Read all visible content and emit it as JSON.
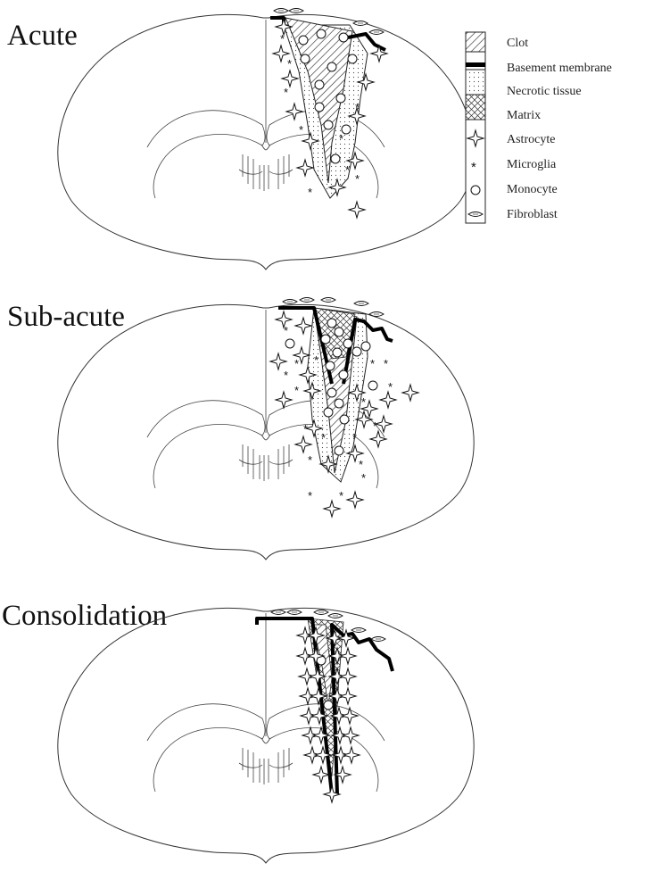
{
  "figure": {
    "panels": [
      {
        "id": "acute",
        "label": "Acute"
      },
      {
        "id": "subacute",
        "label": "Sub-acute"
      },
      {
        "id": "consolidation",
        "label": "Consolidation"
      }
    ],
    "legend": [
      {
        "key": "clot",
        "label": "Clot",
        "symbol": "hatch-box"
      },
      {
        "key": "membrane",
        "label": "Basement membrane",
        "symbol": "thick-bar"
      },
      {
        "key": "necrotic",
        "label": "Necrotic tissue",
        "symbol": "dotted-box"
      },
      {
        "key": "matrix",
        "label": "Matrix",
        "symbol": "crosshatch-box"
      },
      {
        "key": "astrocyte",
        "label": "Astrocyte",
        "symbol": "four-point-star-icon"
      },
      {
        "key": "microglia",
        "label": "Microglia",
        "symbol": "asterisk-icon"
      },
      {
        "key": "monocyte",
        "label": "Monocyte",
        "symbol": "circle-icon"
      },
      {
        "key": "fibroblast",
        "label": "Fibroblast",
        "symbol": "spindle-icon"
      }
    ]
  }
}
